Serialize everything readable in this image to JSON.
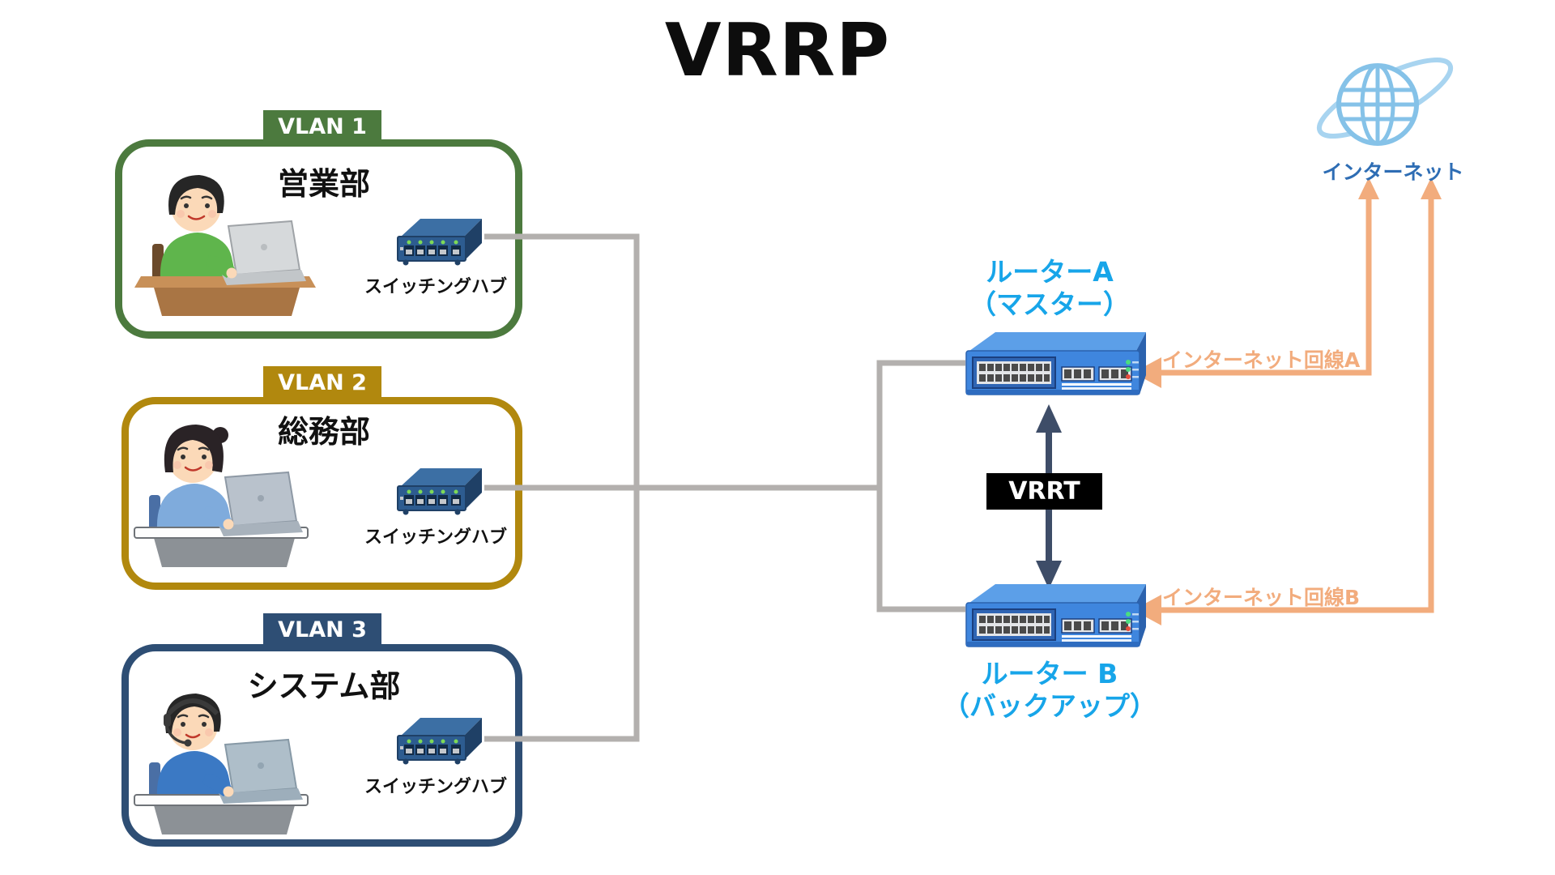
{
  "title": "VRRP",
  "vlan_boxes": [
    {
      "tag": "VLAN 1",
      "department": "営業部",
      "hub_label": "スイッチングハブ"
    },
    {
      "tag": "VLAN 2",
      "department": "総務部",
      "hub_label": "スイッチングハブ"
    },
    {
      "tag": "VLAN 3",
      "department": "システム部",
      "hub_label": "スイッチングハブ"
    }
  ],
  "routers": [
    {
      "name": "ルーターA",
      "role": "（マスター）"
    },
    {
      "name": "ルーター B",
      "role": "（バックアップ）"
    }
  ],
  "vrrt": {
    "label": "VRRT"
  },
  "internet": {
    "label": "インターネット",
    "line_a_label": "インターネット回線A",
    "line_b_label": "インターネット回線B"
  },
  "colors": {
    "vlan1": "#4C7A3E",
    "vlan2": "#B1880E",
    "vlan3": "#2E4E74",
    "line_gray": "#B3B0AE",
    "line_orange": "#F2AC7D",
    "router_label_blue": "#17A5E9",
    "vrrt_line": "#3E4D68",
    "internet_label_blue": "#2E6DB4",
    "globe_blue": "#85C2E8",
    "globe_ring_blue": "#A8D4F0"
  }
}
